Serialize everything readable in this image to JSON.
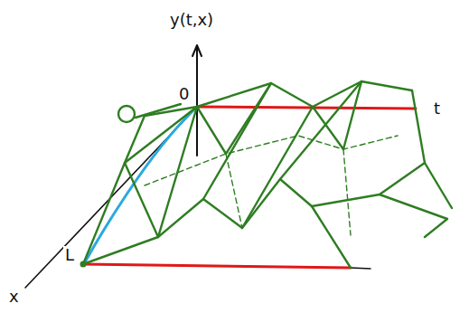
{
  "diagram": {
    "labels": [
      "y(t,x)",
      "0",
      "t",
      "L",
      "x"
    ]
  }
}
